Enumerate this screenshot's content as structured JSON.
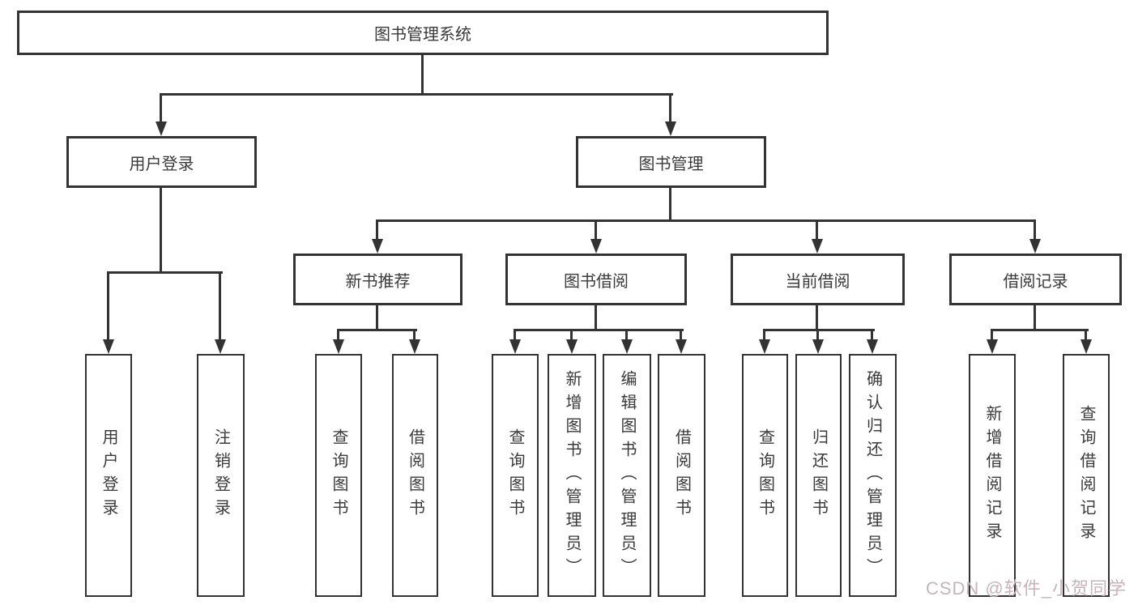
{
  "tree": {
    "root": {
      "label": "图书管理系统"
    },
    "level1": [
      {
        "label": "用户登录",
        "children": [
          {
            "label": "用户登录"
          },
          {
            "label": "注销登录"
          }
        ]
      },
      {
        "label": "图书管理",
        "children": [
          {
            "label": "新书推荐",
            "children": [
              {
                "label": "查询图书"
              },
              {
                "label": "借阅图书"
              }
            ]
          },
          {
            "label": "图书借阅",
            "children": [
              {
                "label": "查询图书"
              },
              {
                "label": "新增图书（管理员）"
              },
              {
                "label": "编辑图书（管理员）"
              },
              {
                "label": "借阅图书"
              }
            ]
          },
          {
            "label": "当前借阅",
            "children": [
              {
                "label": "查询图书"
              },
              {
                "label": "归还图书"
              },
              {
                "label": "确认归还（管理员）"
              }
            ]
          },
          {
            "label": "借阅记录",
            "children": [
              {
                "label": "新增借阅记录"
              },
              {
                "label": "查询借阅记录"
              }
            ]
          }
        ]
      }
    ]
  },
  "watermark": {
    "text": "CSDN @软件_小贺同学"
  },
  "colors": {
    "line": "#333333",
    "box_border": "#333333",
    "text": "#3a3a3a",
    "background": "#ffffff",
    "watermark": "#c9b3ba"
  }
}
